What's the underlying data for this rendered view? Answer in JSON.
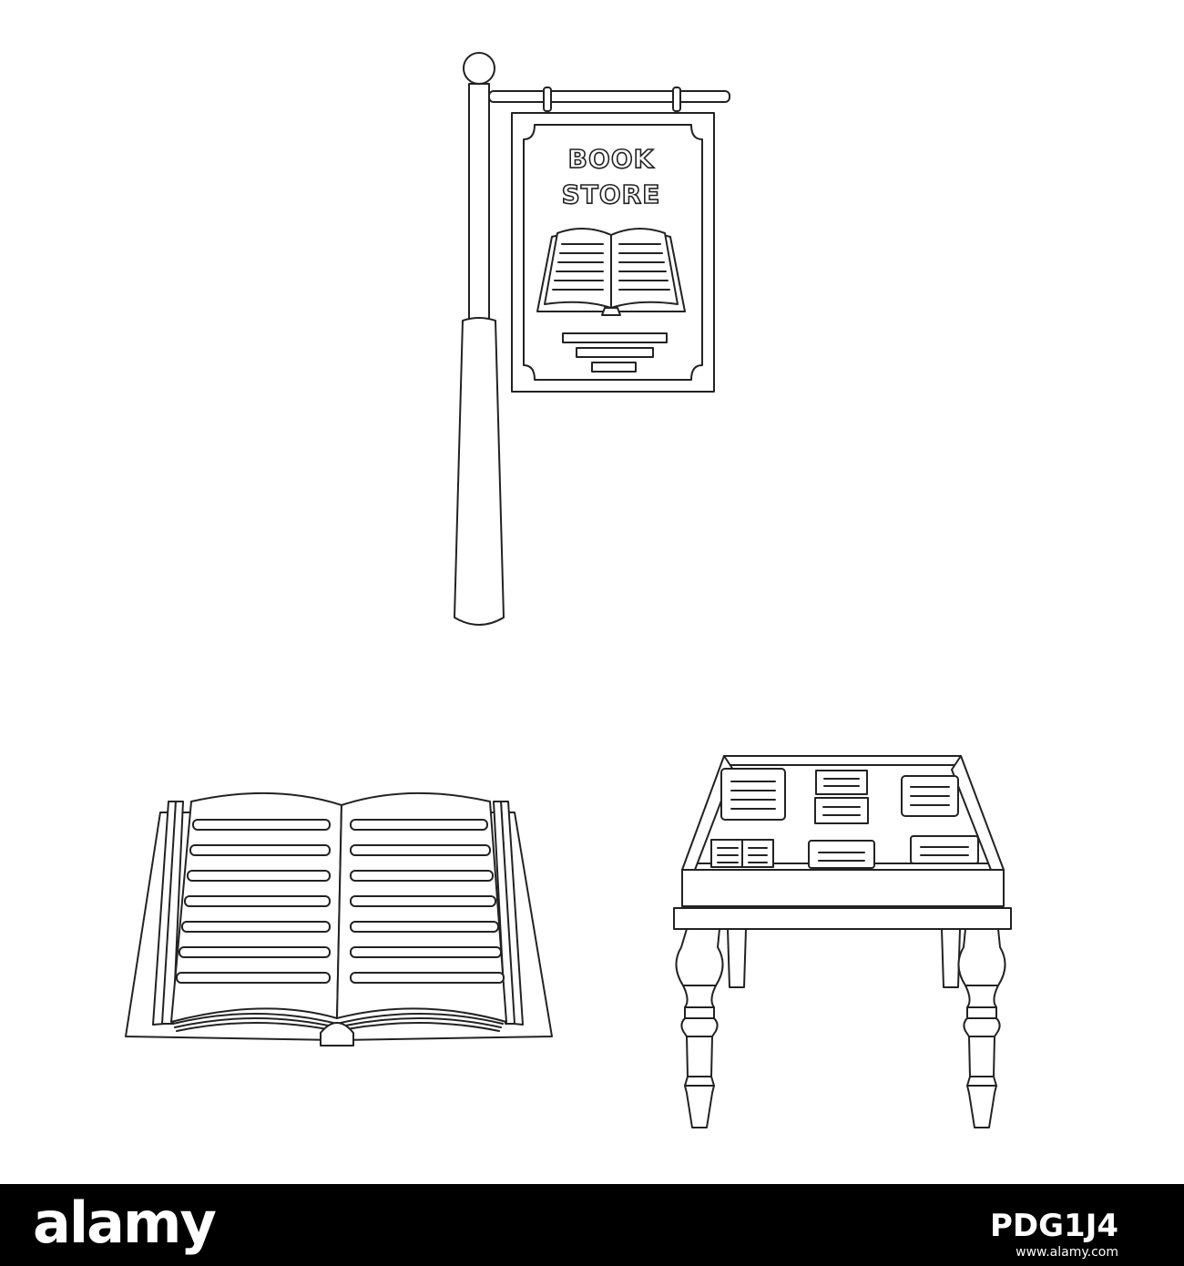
{
  "sign": {
    "line1": "BOOK",
    "line2": "STORE"
  },
  "footer": {
    "logo": "alamy",
    "image_id": "PDG1J4",
    "url": "www.alamy.com"
  },
  "icons": [
    "bookstore-sign-icon",
    "open-book-icon",
    "book-display-table-icon"
  ],
  "colors": {
    "line": "#222222",
    "background": "#ffffff",
    "footer": "#000000",
    "footer_text": "#ffffff"
  }
}
